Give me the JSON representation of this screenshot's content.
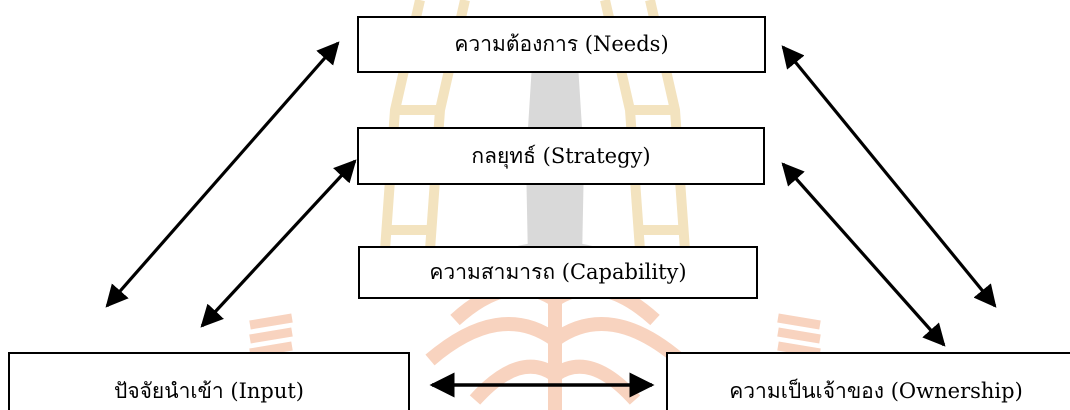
{
  "diagram": {
    "nodes": {
      "needs": "ความต้องการ (Needs)",
      "strategy": "กลยุทธ์ (Strategy)",
      "capability": "ความสามารถ (Capability)",
      "input": "ปัจจัยนำเข้า (Input)",
      "ownership": "ความเป็นเจ้าของ (Ownership)"
    },
    "edges": [
      {
        "from": "needs",
        "to": "input",
        "type": "bidirectional"
      },
      {
        "from": "strategy",
        "to": "input",
        "type": "bidirectional"
      },
      {
        "from": "needs",
        "to": "ownership",
        "type": "bidirectional"
      },
      {
        "from": "strategy",
        "to": "ownership",
        "type": "bidirectional"
      },
      {
        "from": "input",
        "to": "ownership",
        "type": "bidirectional"
      }
    ]
  },
  "colors": {
    "watermark_gold": "#f3e3bf",
    "watermark_orange": "#f8d3bf",
    "watermark_gray": "#d9d9d9",
    "line": "#000000"
  },
  "watermark": {
    "description_icon": "university-seal-watermark"
  }
}
